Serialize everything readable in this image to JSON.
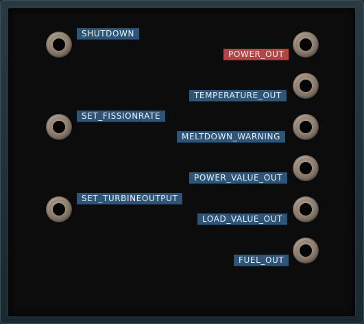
{
  "inputs": [
    {
      "id": "shutdown",
      "label": "SHUTDOWN"
    },
    {
      "id": "set-fissionrate",
      "label": "SET_FISSIONRATE"
    },
    {
      "id": "set-turbineoutput",
      "label": "SET_TURBINEOUTPUT"
    }
  ],
  "outputs": [
    {
      "id": "power-out",
      "label": "POWER_OUT",
      "active": true
    },
    {
      "id": "temperature-out",
      "label": "TEMPERATURE_OUT",
      "active": false
    },
    {
      "id": "meltdown-warning",
      "label": "MELTDOWN_WARNING",
      "active": false
    },
    {
      "id": "power-value-out",
      "label": "POWER_VALUE_OUT",
      "active": false
    },
    {
      "id": "load-value-out",
      "label": "LOAD_VALUE_OUT",
      "active": false
    },
    {
      "id": "fuel-out",
      "label": "FUEL_OUT",
      "active": false
    }
  ],
  "colors": {
    "label_default": "#2e5578",
    "label_active": "#b34545",
    "panel_background": "#0c0c0c",
    "frame_background": "#22323a"
  }
}
